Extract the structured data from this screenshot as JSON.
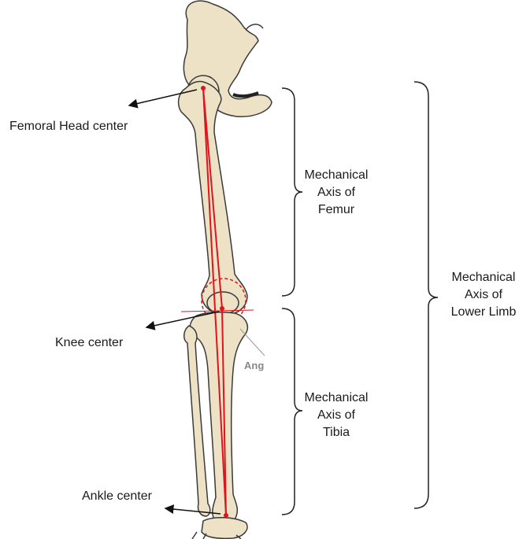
{
  "labels": {
    "femoral_head_center": "Femoral Head center",
    "knee_center": "Knee center",
    "ankle_center": "Ankle center",
    "ang": "Ang",
    "mech_axis_femur": [
      "Mechanical",
      "Axis of",
      "Femur"
    ],
    "mech_axis_tibia": [
      "Mechanical",
      "Axis of",
      "Tibia"
    ],
    "mech_axis_lower_limb": [
      "Mechanical",
      "Axis of",
      "Lower Limb"
    ]
  },
  "colors": {
    "bone": "#ede2c6",
    "bone_outline": "#3a3a3a",
    "axis_line": "#e0141b",
    "brace": "#222222",
    "arrow": "#111111"
  }
}
